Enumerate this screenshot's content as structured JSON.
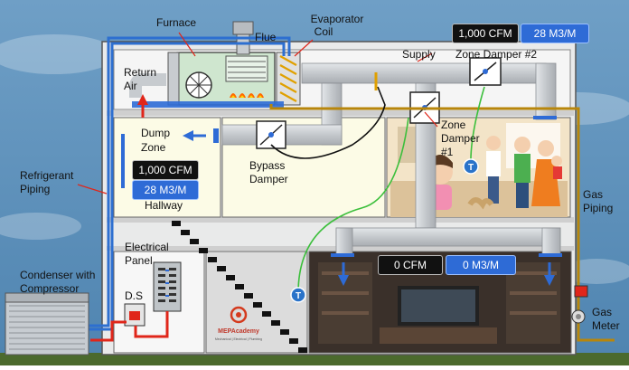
{
  "labels": {
    "furnace": "Furnace",
    "flue": "Flue",
    "evaporator_line1": "Evaporator",
    "evaporator_line2": "Coil",
    "return_line1": "Return",
    "return_line2": "Air",
    "supply": "Supply",
    "zone_damper_2": "Zone Damper #2",
    "dump_line1": "Dump",
    "dump_line2": "Zone",
    "hallway": "Hallway",
    "bypass_line1": "Bypass",
    "bypass_line2": "Damper",
    "zone_damper_1_line1": "Zone",
    "zone_damper_1_line2": "Damper",
    "zone_damper_1_line3": "#1",
    "refrigerant_line1": "Refrigerant",
    "refrigerant_line2": "Piping",
    "gas_piping_line1": "Gas",
    "gas_piping_line2": "Piping",
    "electrical_line1": "Electrical",
    "electrical_line2": "Panel",
    "ds": "D.S",
    "condenser_line1": "Condenser with",
    "condenser_line2": "Compressor",
    "gas_meter_line1": "Gas",
    "gas_meter_line2": "Meter",
    "thermostat_symbol": "T",
    "logo_name": "MEPAcademy",
    "logo_tagline": "Mechanical | Electrical | Plumbing"
  },
  "badges": {
    "top_cfm": "1,000 CFM",
    "top_m3m": "28 M3/M",
    "dump_cfm": "1,000 CFM",
    "dump_m3m": "28 M3/M",
    "basement_cfm": "0 CFM",
    "basement_m3m": "0 M3/M"
  },
  "colors": {
    "sky": "#5f93bd",
    "house_wall": "#f2f2f2",
    "room_fill": "#fcfbe6",
    "duct": "#c8ccd0",
    "refrigerant_pipe": "#2d6fd0",
    "gas_pipe": "#b8860b",
    "thermostat": "#2a73c9",
    "arrow_red": "#e0261a",
    "arrow_blue": "#2e6bd6"
  }
}
